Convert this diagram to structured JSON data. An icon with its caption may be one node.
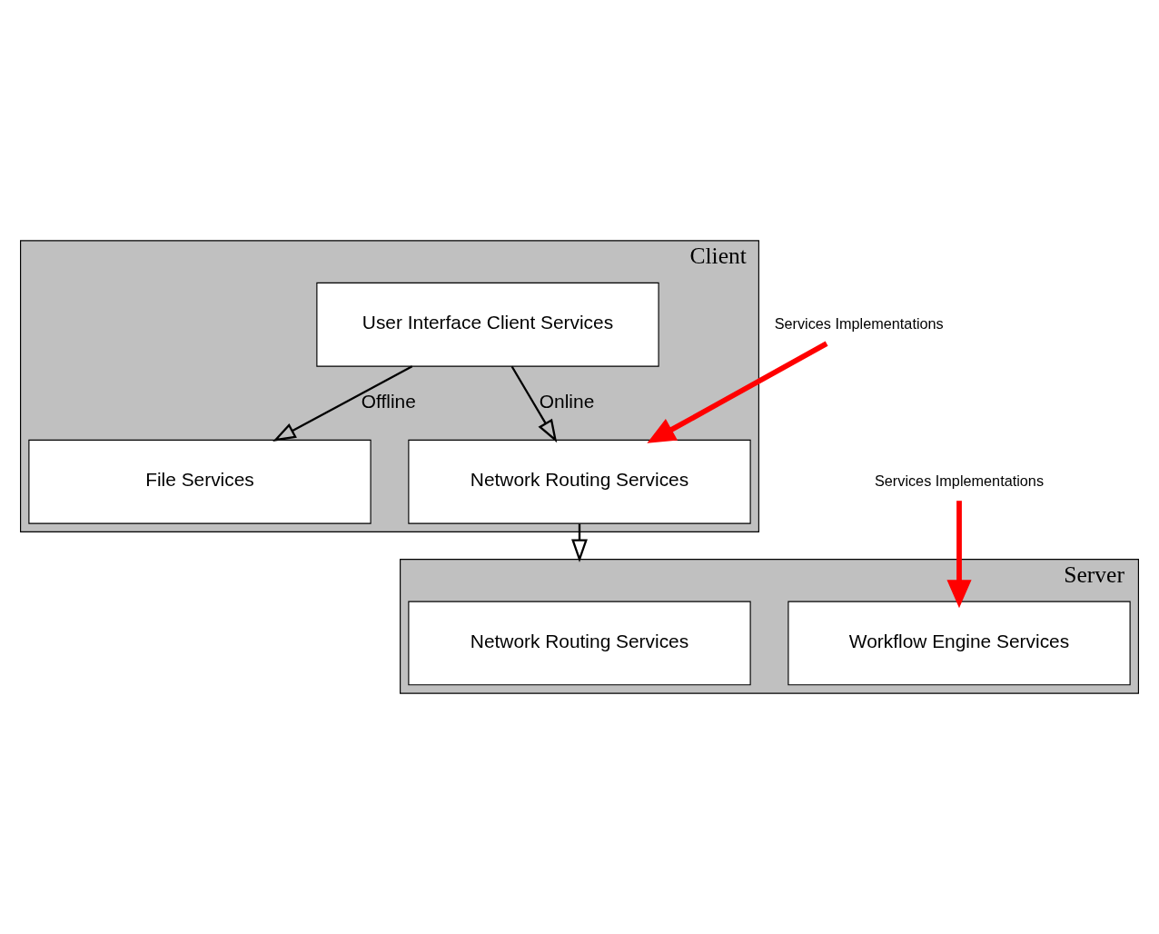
{
  "diagram": {
    "nodes": [
      {
        "text": [
          "Client"
        ]
      },
      {
        "text": [
          "User Interface Client Services"
        ],
        "in": 0
      },
      {
        "text": [
          "File Services"
        ],
        "in": 0
      },
      {
        "text": [
          "Network Routing Services"
        ],
        "in": 0
      },
      {
        "text": [
          "Server"
        ]
      },
      {
        "text": [
          "Network Routing Services"
        ],
        "in": 4
      },
      {
        "text": [
          "Workflow Engine Services"
        ],
        "in": 4
      },
      {
        "text": [
          "Services Implementations"
        ]
      },
      {
        "text": [
          "Services Implementations"
        ]
      }
    ],
    "edges": [
      {
        "from": 1,
        "to": 2,
        "arrow": "to",
        "label": "Offline"
      },
      {
        "from": 1,
        "to": 3,
        "arrow": "to",
        "label": "Online"
      },
      {
        "from": 3,
        "to": 4,
        "arrow": "to"
      },
      {
        "from": 7,
        "to": 3,
        "arrow": "to",
        "style": "thick",
        "color": "#ff0000"
      },
      {
        "from": 8,
        "to": 6,
        "arrow": "to",
        "style": "thick",
        "color": "#ff0000"
      }
    ]
  }
}
